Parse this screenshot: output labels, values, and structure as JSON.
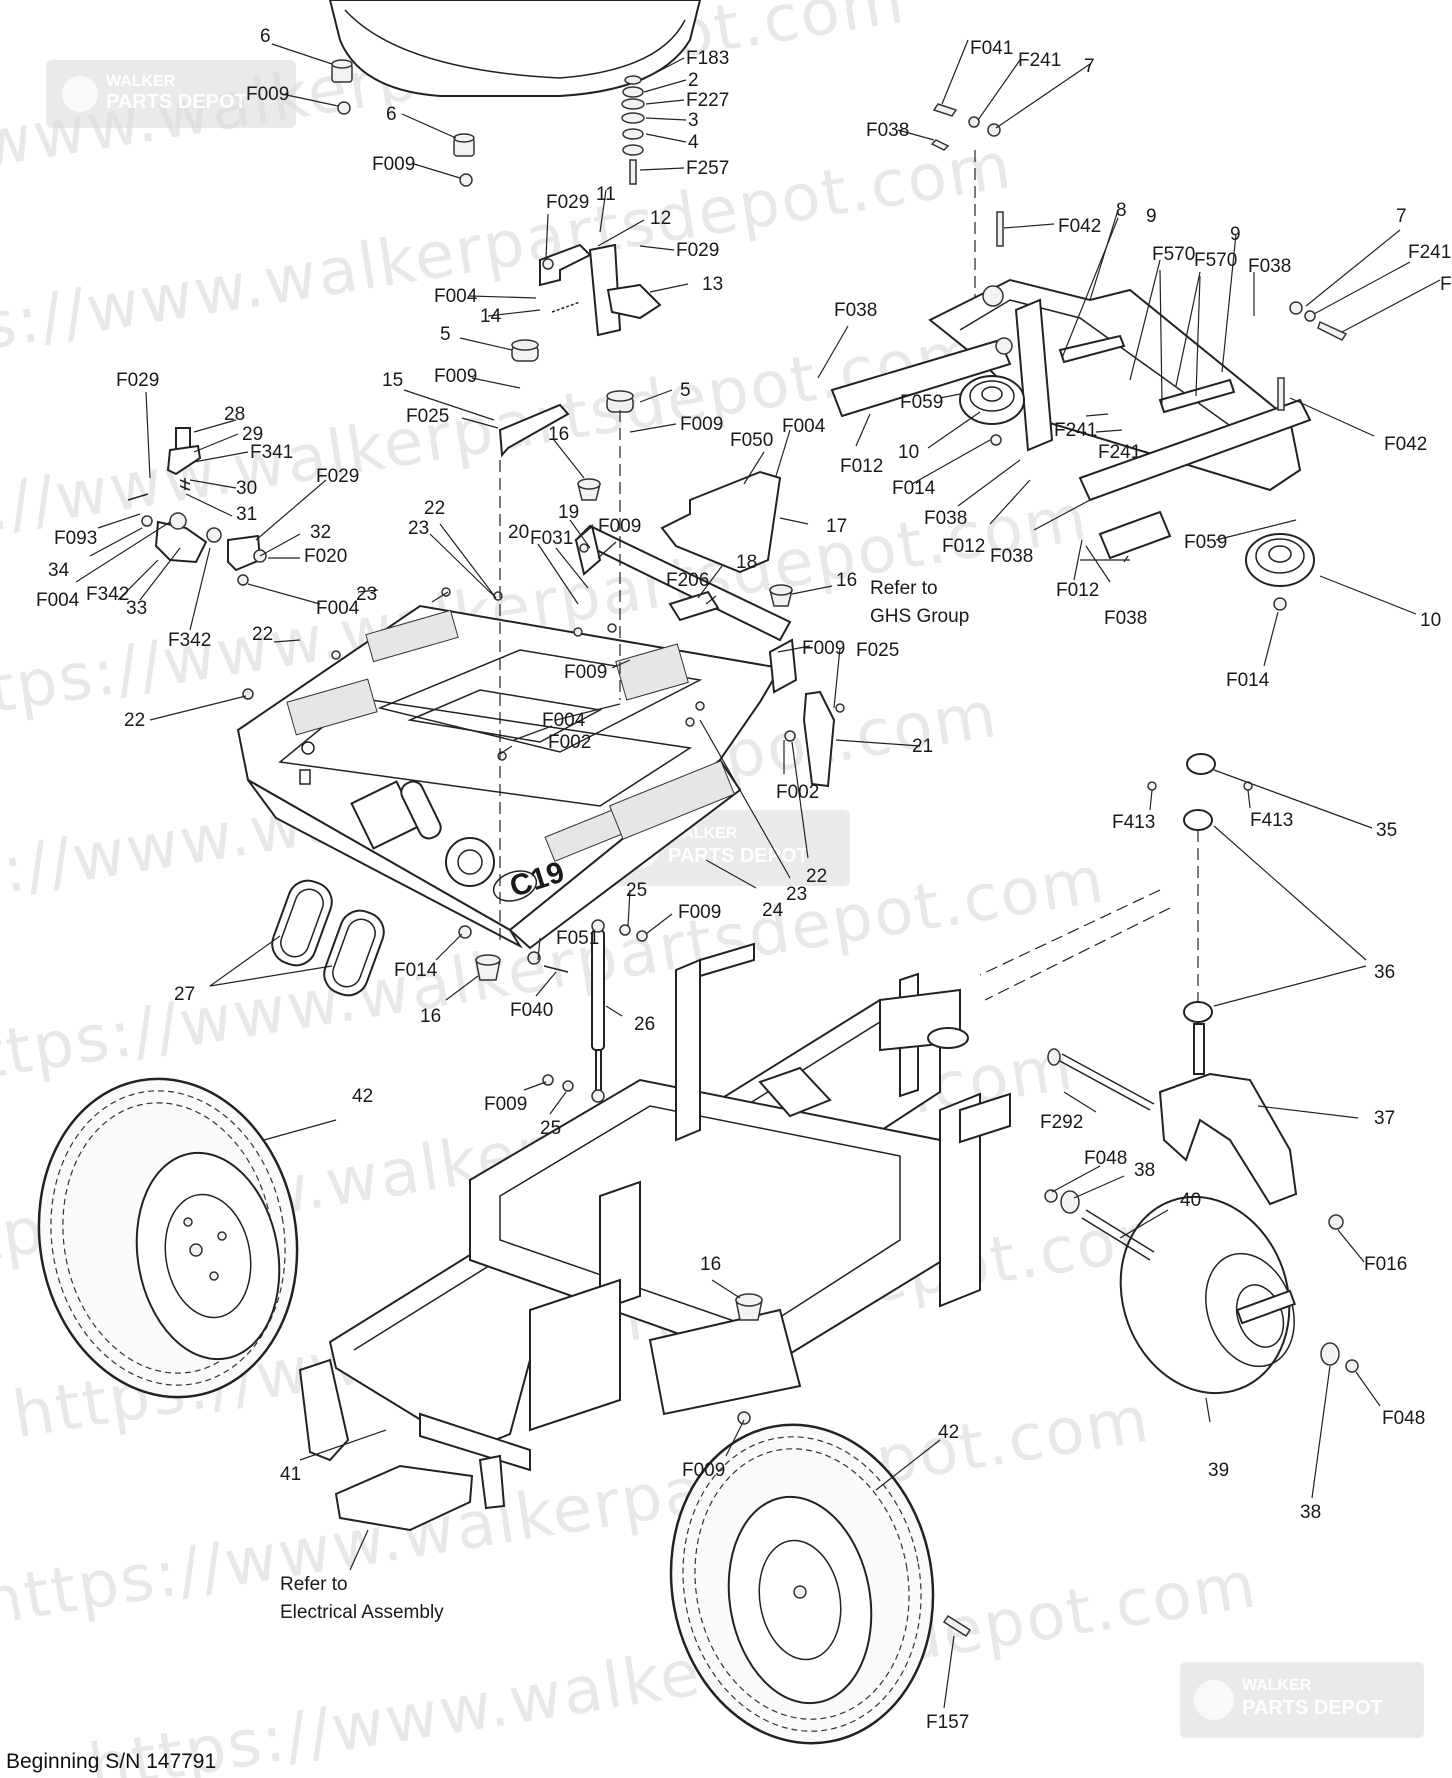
{
  "footer": {
    "serial_note": "Beginning S/N 147791"
  },
  "watermark": {
    "line1": "https://www.walkerpartsdepot.com",
    "line2": "https://www.walkerpartsdepot.com",
    "line3": "https://www.walkerpartsdepot.com",
    "line4": "https://www.walkerpartsdepot.com",
    "line5": "https://www.walkerpartsdepot.com",
    "line6": "https://www.walkerpartsdepot.com",
    "line7": "https://www.walkerpartsdepot.com",
    "line8": "https://www.walkerpartsdepot.com",
    "line9": "https://www.walkerpartsdepot.com",
    "line10": "https://www.walkerpartsdepot.com",
    "badge_top": "WALKER",
    "badge_bottom": "PARTS DEPOT",
    "color": "#d6d6d6"
  },
  "notes": {
    "ghs_line1": "Refer to",
    "ghs_line2": "GHS Group",
    "electrical_line1": "Refer to",
    "electrical_line2": "Electrical Assembly"
  },
  "console_decal": "C19",
  "callouts": {
    "c_6a": "6",
    "c_F009a": "F009",
    "c_6b": "6",
    "c_F009b": "F009",
    "c_F183": "F183",
    "c_2": "2",
    "c_F227": "F227",
    "c_3": "3",
    "c_4": "4",
    "c_F257": "F257",
    "c_F029a": "F029",
    "c_11": "11",
    "c_12": "12",
    "c_F029b": "F029",
    "c_13": "13",
    "c_F004a": "F004",
    "c_14": "14",
    "c_5a": "5",
    "c_F009c": "F009",
    "c_15": "15",
    "c_F025a": "F025",
    "c_5b": "5",
    "c_F009d": "F009",
    "c_F029c": "F029",
    "c_28": "28",
    "c_29": "29",
    "c_F341": "F341",
    "c_30": "30",
    "c_31": "31",
    "c_F029d": "F029",
    "c_F093": "F093",
    "c_34": "34",
    "c_F004b": "F004",
    "c_F342a": "F342",
    "c_33": "33",
    "c_F342b": "F342",
    "c_32": "32",
    "c_F020": "F020",
    "c_F004c": "F004",
    "c_16a": "16",
    "c_F050": "F050",
    "c_F004d": "F004",
    "c_17": "17",
    "c_22a": "22",
    "c_23a": "23",
    "c_20": "20",
    "c_F031": "F031",
    "c_19": "19",
    "c_F009e": "F009",
    "c_18": "18",
    "c_F206": "F206",
    "c_16b": "16",
    "c_23b": "23",
    "c_22b": "22",
    "c_22c": "22",
    "c_F009f": "F009",
    "c_F004e": "F004",
    "c_F002a": "F002",
    "c_F009g": "F009",
    "c_F025b": "F025",
    "c_21": "21",
    "c_F002b": "F002",
    "c_22d": "22",
    "c_23c": "23",
    "c_24": "24",
    "c_F041": "F041",
    "c_F241a": "F241",
    "c_7a": "7",
    "c_F038a": "F038",
    "c_F042a": "F042",
    "c_8": "8",
    "c_9a": "9",
    "c_F570a": "F570",
    "c_F570b": "F570",
    "c_9b": "9",
    "c_F038b": "F038",
    "c_7b": "7",
    "c_F241b": "F241",
    "c_Fedge": "F",
    "c_F038c": "F038",
    "c_F059a": "F059",
    "c_10a": "10",
    "c_F012a": "F012",
    "c_F014a": "F014",
    "c_F038d": "F038",
    "c_F012b": "F012",
    "c_F241c": "F241",
    "c_F241d": "F241",
    "c_F038e": "F038",
    "c_F042b": "F042",
    "c_F059b": "F059",
    "c_10b": "10",
    "c_F012c": "F012",
    "c_F038f": "F038",
    "c_F014b": "F014",
    "c_F413a": "F413",
    "c_F413b": "F413",
    "c_35": "35",
    "c_36": "36",
    "c_37": "37",
    "c_F292": "F292",
    "c_F048a": "F048",
    "c_38a": "38",
    "c_40": "40",
    "c_F016": "F016",
    "c_F048b": "F048",
    "c_39": "39",
    "c_38b": "38",
    "c_27": "27",
    "c_F014c": "F014",
    "c_16c": "16",
    "c_F051": "F051",
    "c_F040": "F040",
    "c_25a": "25",
    "c_F009h": "F009",
    "c_26": "26",
    "c_F009i": "F009",
    "c_25b": "25",
    "c_42a": "42",
    "c_16d": "16",
    "c_41": "41",
    "c_F009j": "F009",
    "c_42b": "42",
    "c_F157": "F157"
  }
}
